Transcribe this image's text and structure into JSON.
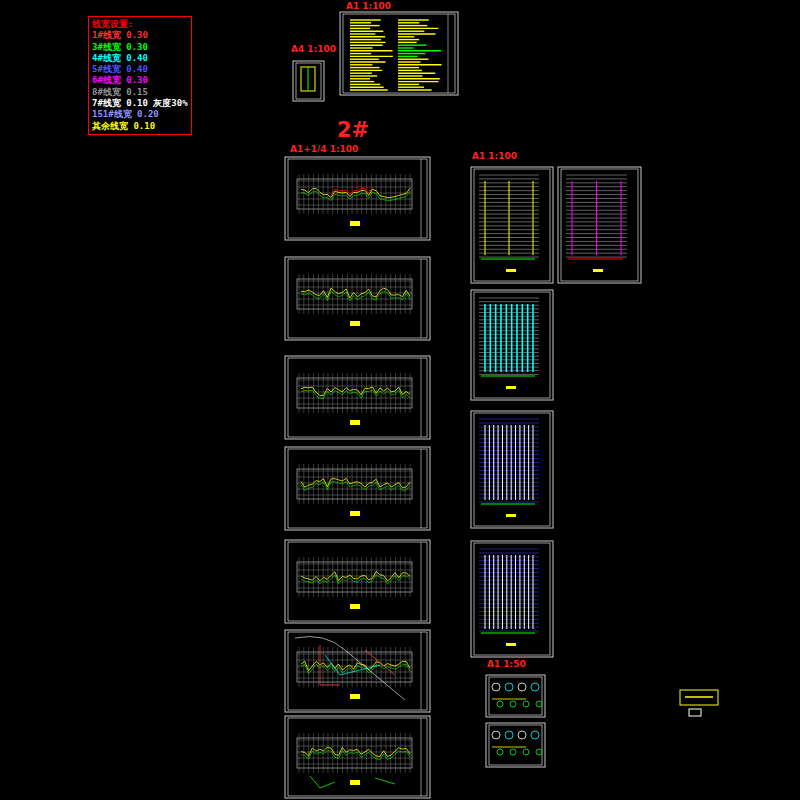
{
  "diagram": {
    "nodes": [
      {
        "text": [
          "线宽设置:",
          "1#线宽 0.30",
          "3#线宽 0.30",
          "4#线宽 0.40",
          "5#线宽 0.40",
          "6#线宽 0.30",
          "8#线宽 0.15",
          "7#线宽 0.10 灰度30%",
          "151#线宽 0.20",
          "其余线宽 0.10"
        ]
      }
    ],
    "labels": [
      "A4 1:100",
      "A1 1:100",
      "2#",
      "A1+1/4 1:100",
      "A1 1:100",
      "A1 1:50"
    ]
  }
}
